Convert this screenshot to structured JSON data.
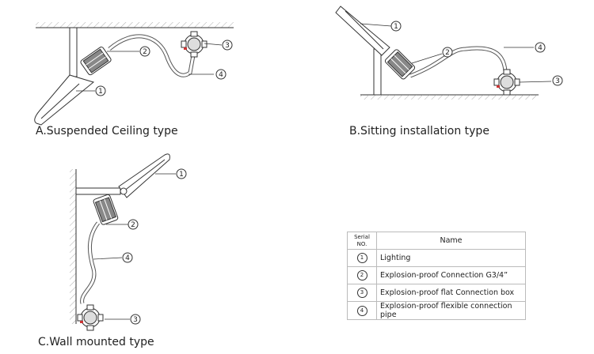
{
  "captions": {
    "a": "A.Suspended Ceiling type",
    "b": "B.Sitting installation type",
    "c": "C.Wall mounted type"
  },
  "callouts": {
    "one": "1",
    "two": "2",
    "three": "3",
    "four": "4"
  },
  "legend": {
    "header_serial_line1": "Serial",
    "header_serial_line2": "NO.",
    "header_name": "Name",
    "rows": [
      {
        "num": "1",
        "name": "Lighting"
      },
      {
        "num": "2",
        "name": "Explosion-proof Connection G3/4”"
      },
      {
        "num": "3",
        "name": "Explosion-proof flat Connection box"
      },
      {
        "num": "4",
        "name": "Explosion-proof flexible connection pipe"
      }
    ]
  }
}
